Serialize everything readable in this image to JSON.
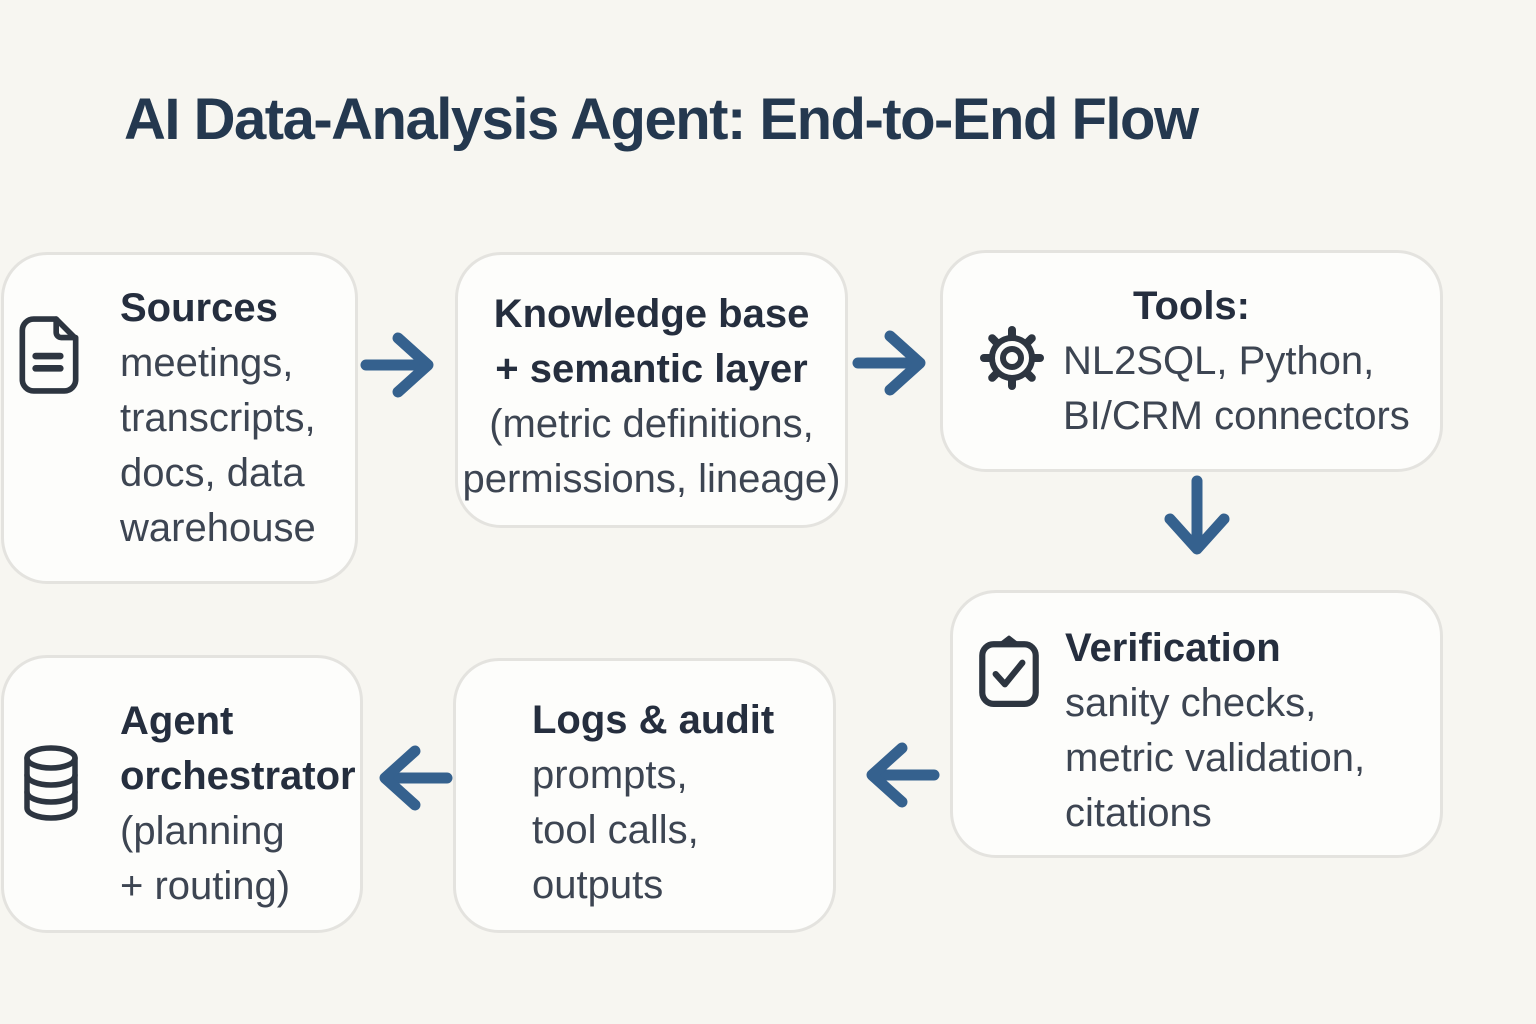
{
  "title": "AI Data-Analysis Agent: End-to-End Flow",
  "colors": {
    "background": "#f7f6f1",
    "box_fill": "#fdfdfb",
    "box_border": "#e4e3df",
    "title_text": "#24384f",
    "heading_text": "#252e3e",
    "body_text": "#3d4552",
    "arrow": "#35618e",
    "icon_stroke": "#2d3540"
  },
  "nodes": {
    "sources": {
      "icon": "document-icon",
      "heading": "Sources",
      "body": "meetings,\ntranscripts,\ndocs, data\nwarehouse"
    },
    "knowledge": {
      "heading": "Knowledge base\n+ semantic layer",
      "body": "(metric definitions,\npermissions, lineage)"
    },
    "tools": {
      "icon": "gear-icon",
      "heading": "Tools:",
      "body": "NL2SQL, Python,\nBI/CRM connectors"
    },
    "verification": {
      "icon": "clipboard-check-icon",
      "heading": "Verification",
      "body": "sanity checks,\nmetric validation,\ncitations"
    },
    "logs": {
      "heading": "Logs & audit",
      "body": "prompts,\ntool calls,\noutputs"
    },
    "orchestrator": {
      "icon": "database-icon",
      "heading": "Agent\norchestrator",
      "body": "(planning\n+ routing)"
    }
  },
  "flow_arrows": [
    {
      "name": "sources-to-knowledge",
      "direction": "right"
    },
    {
      "name": "knowledge-to-tools",
      "direction": "right"
    },
    {
      "name": "tools-to-verification",
      "direction": "down"
    },
    {
      "name": "verification-to-logs",
      "direction": "left"
    },
    {
      "name": "logs-to-orchestrator",
      "direction": "left"
    }
  ]
}
